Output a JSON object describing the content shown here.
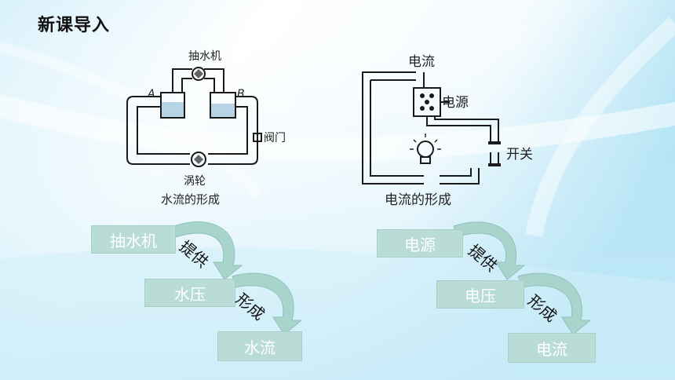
{
  "slide": {
    "title": "新课导入"
  },
  "water_diagram": {
    "pump_label": "抽水机",
    "label_a": "A",
    "label_b": "B",
    "valve_label": "阀门",
    "turbine_label": "涡轮",
    "caption": "水流的形成"
  },
  "current_diagram": {
    "current_label": "电流",
    "source_label": "电源",
    "switch_label": "开关",
    "caption": "电流的形成"
  },
  "water_flow": {
    "box1": "抽水机",
    "arrow1": "提供",
    "box2": "水压",
    "arrow2": "形成",
    "box3": "水流"
  },
  "electric_flow": {
    "box1": "电源",
    "arrow1": "提供",
    "box2": "电压",
    "arrow2": "形成",
    "box3": "电流"
  },
  "colors": {
    "box_fill": "#b9ddd6",
    "arrow_fill": "#a9d4cc",
    "background_blue": "#bfe6f5"
  }
}
